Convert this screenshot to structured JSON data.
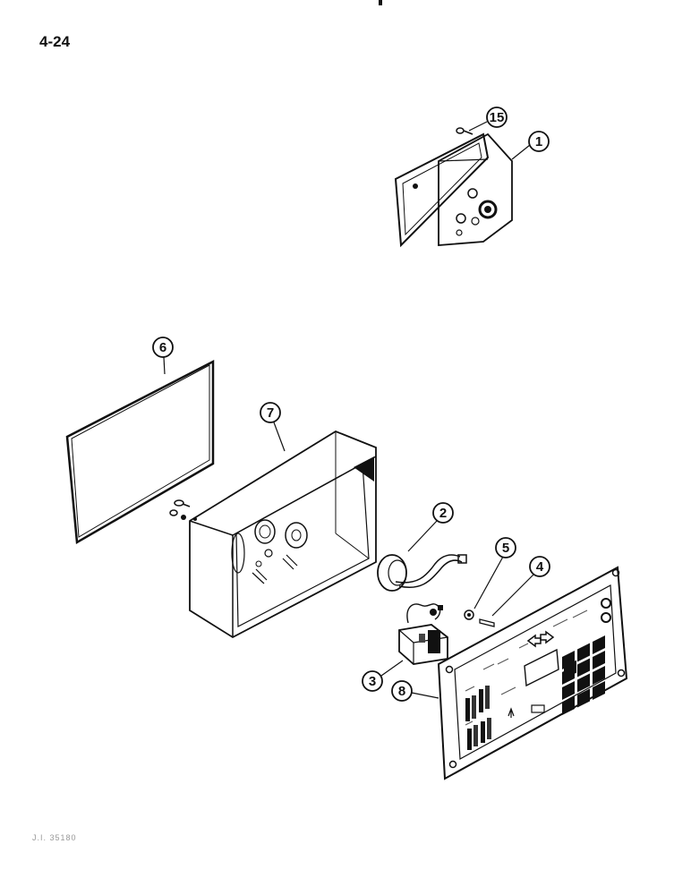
{
  "page_number": "4-24",
  "footer_mark": "J.I. 35180",
  "callouts": [
    "1",
    "2",
    "3",
    "4",
    "5",
    "6",
    "7",
    "8",
    "15"
  ],
  "colors": {
    "ink": "#111111",
    "paper": "#ffffff"
  }
}
